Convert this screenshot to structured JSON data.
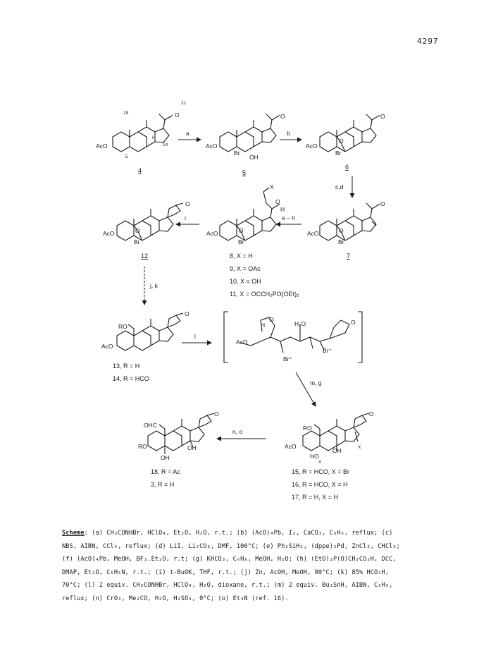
{
  "page_number": "4297",
  "scheme": {
    "step_labels": {
      "a": "a",
      "b": "b",
      "cd": "c,d",
      "eh": "e – h",
      "i": "i",
      "jk": "j, k",
      "l": "l",
      "mg": "m, g",
      "no": "n, o"
    },
    "atom_labels": {
      "aco": "AcO",
      "br": "Br",
      "oh": "OH",
      "o": "O",
      "h": "H",
      "x": "X",
      "ro": "RO",
      "ohc": "OHC",
      "ho": "HO",
      "h2o": "H₂O",
      "brplus": "Br⁺",
      "n19": "19",
      "n21": "21",
      "n5": "5",
      "n14": "14"
    },
    "compounds": {
      "c4": "4",
      "c5": "5",
      "c6": "6",
      "c7": "7",
      "c12": "12",
      "c8": "8, X = H",
      "c9": "9, X = OAc",
      "c10": "10, X = OH",
      "c11": "11, X = OCCH₂PO(OEt)₂",
      "c13": "13, R = H",
      "c14": "14, R = HCO",
      "c15": "15, R = HCO, X = Br",
      "c16": "16, R = HCO, X = H",
      "c17": "17, R = H, X = H",
      "c18": "18, R = Ac",
      "c3": "3, R = H"
    }
  },
  "caption": {
    "head": "Scheme",
    "lines": [
      ": (a) CH₃CONHBr, HClO₄, Et₂O, H₂O, r.t.; (b) (AcO)₄Pb, I₂, CaCO₃, C₆H₆, reflux; (c)",
      "NBS, AIBN, CCl₄, reflux; (d) LiI, Li₂CO₃, DMF, 100°C; (e) Ph₂SiH₂, (dppe)₂Pd, ZnCl₂, CHCl₃;",
      "(f) (AcO)₄Pb, MeOH, BF₃.Et₂O, r.t; (g) KHCO₃, C₆H₆, MeOH, H₂O; (h) (EtO)₂P(O)CH₂CO₂H, DCC,",
      "DMAP, Et₂O, C₅H₅N, r.t.; (i) t-BuOK, THF, r.t.; (j) Zn, AcOH, MeOH, 80°C; (k) 85% HCO₂H,",
      "70°C; (l) 2 equiv. CH₃CONHBr, HClO₄, H₂O, dioxane, r.t.; (m) 2 equiv. Bu₃SnH, AIBN, C₆H₆,",
      "reflux; (n) CrO₃, Me₂CO, H₂O, H₂SO₄, 0°C; (o) Et₃N (ref. 16)."
    ]
  }
}
